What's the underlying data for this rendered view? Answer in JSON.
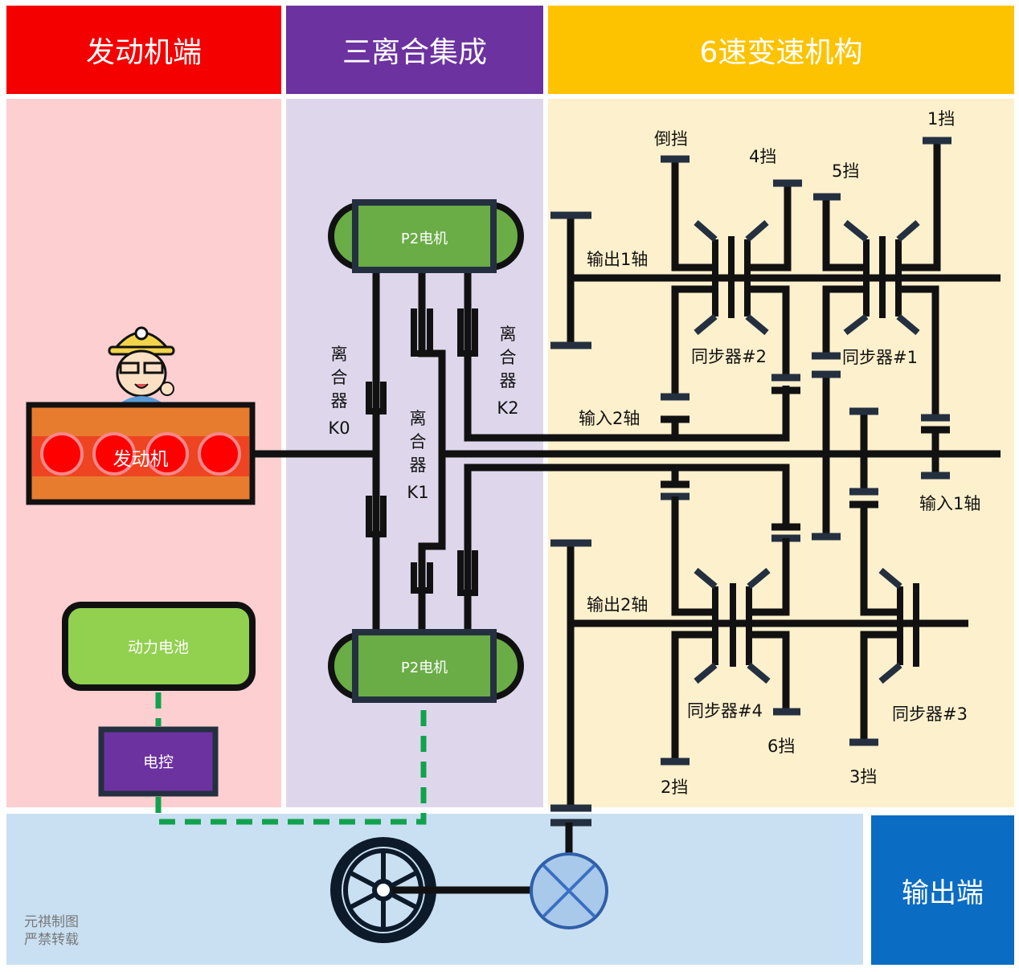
{
  "headers": {
    "engine": "发动机端",
    "clutch": "三离合集成",
    "gearbox": "6速变速机构",
    "output": "输出端"
  },
  "colors": {
    "engine_header": "#f50000",
    "clutch_header": "#6c32a0",
    "gearbox_header": "#fdc300",
    "output_header": "#0b6cc3",
    "engine_bg": "#fdcfd1",
    "clutch_bg": "#ded7ec",
    "gearbox_bg": "#fdf0cc",
    "output_bg": "#c9e0f2",
    "motor_green": "#6aac46",
    "battery_green": "#92d050",
    "ecu_purple": "#6c32a0",
    "dashed_line": "#12a24e"
  },
  "components": {
    "engine": "发动机",
    "motor_top": "P2电机",
    "motor_bottom": "P2电机",
    "battery": "动力电池",
    "ecu": "电控"
  },
  "clutches": [
    {
      "id": "K0",
      "label_lines": [
        "离",
        "合",
        "器",
        "K0"
      ]
    },
    {
      "id": "K1",
      "label_lines": [
        "离",
        "合",
        "器",
        "K1"
      ]
    },
    {
      "id": "K2",
      "label_lines": [
        "离",
        "合",
        "器",
        "K2"
      ]
    }
  ],
  "shafts": {
    "output1": "输出1轴",
    "output2": "输出2轴",
    "input1": "输入1轴",
    "input2": "输入2轴"
  },
  "gears": {
    "reverse": "倒挡",
    "g1": "1挡",
    "g2": "2挡",
    "g3": "3挡",
    "g4": "4挡",
    "g5": "5挡",
    "g6": "6挡"
  },
  "synchronizers": {
    "s1": "同步器#1",
    "s2": "同步器#2",
    "s3": "同步器#3",
    "s4": "同步器#4"
  },
  "watermark": [
    "元祺制图",
    "严禁转载"
  ]
}
